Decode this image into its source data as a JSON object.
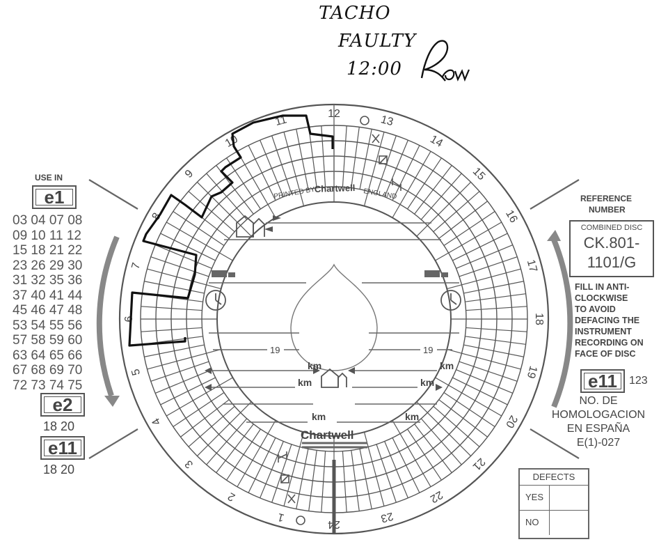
{
  "note": {
    "line1": "TACHO",
    "line2": "FAULTY",
    "line3": "12:00"
  },
  "left_panel": {
    "use_in": "USE IN",
    "badge1": "e1",
    "codes": [
      "03 04 07 08",
      "09 10 11 12",
      "15 18 21 22",
      "23 26 29 30",
      "31 32 35 36",
      "37 40 41 44",
      "45 46 47 48",
      "53 54 55 56",
      "57 58 59 60",
      "63 64 65 66",
      "67 68 69 70",
      "72 73 74 75"
    ],
    "badge2": "e2",
    "badge2_codes": "18 20",
    "badge3": "e11",
    "badge3_codes": "18 20"
  },
  "right_panel": {
    "reference": "REFERENCE",
    "number": "NUMBER",
    "combined": "COMBINED DISC",
    "ref_line1": "CK.801-",
    "ref_line2": "1101/G",
    "instructions": [
      "FILL IN ANTI-",
      "CLOCKWISE",
      "TO AVOID",
      "DEFACING THE",
      "INSTRUMENT",
      "RECORDING ON",
      "FACE OF DISC"
    ],
    "badge": "e11",
    "badge_num": "123",
    "homol": [
      "NO. DE",
      "HOMOLOGACION",
      "EN ESPAÑA",
      "E(1)-027"
    ]
  },
  "disc": {
    "hours": [
      "12",
      "11",
      "10",
      "9",
      "8",
      "7",
      "6",
      "5",
      "4",
      "3",
      "2",
      "1",
      "24",
      "23",
      "22",
      "21",
      "20",
      "19",
      "18",
      "17",
      "16",
      "15",
      "14",
      "13"
    ],
    "printed_by": "PRINTED BY",
    "brand": "Chartwell",
    "england": "ENGLAND",
    "nineteen": "19",
    "km": "km"
  },
  "defects": {
    "title": "DEFECTS",
    "yes": "YES",
    "no": "NO"
  },
  "colors": {
    "ink": "#111111",
    "print": "#555555",
    "band": "#888888"
  }
}
